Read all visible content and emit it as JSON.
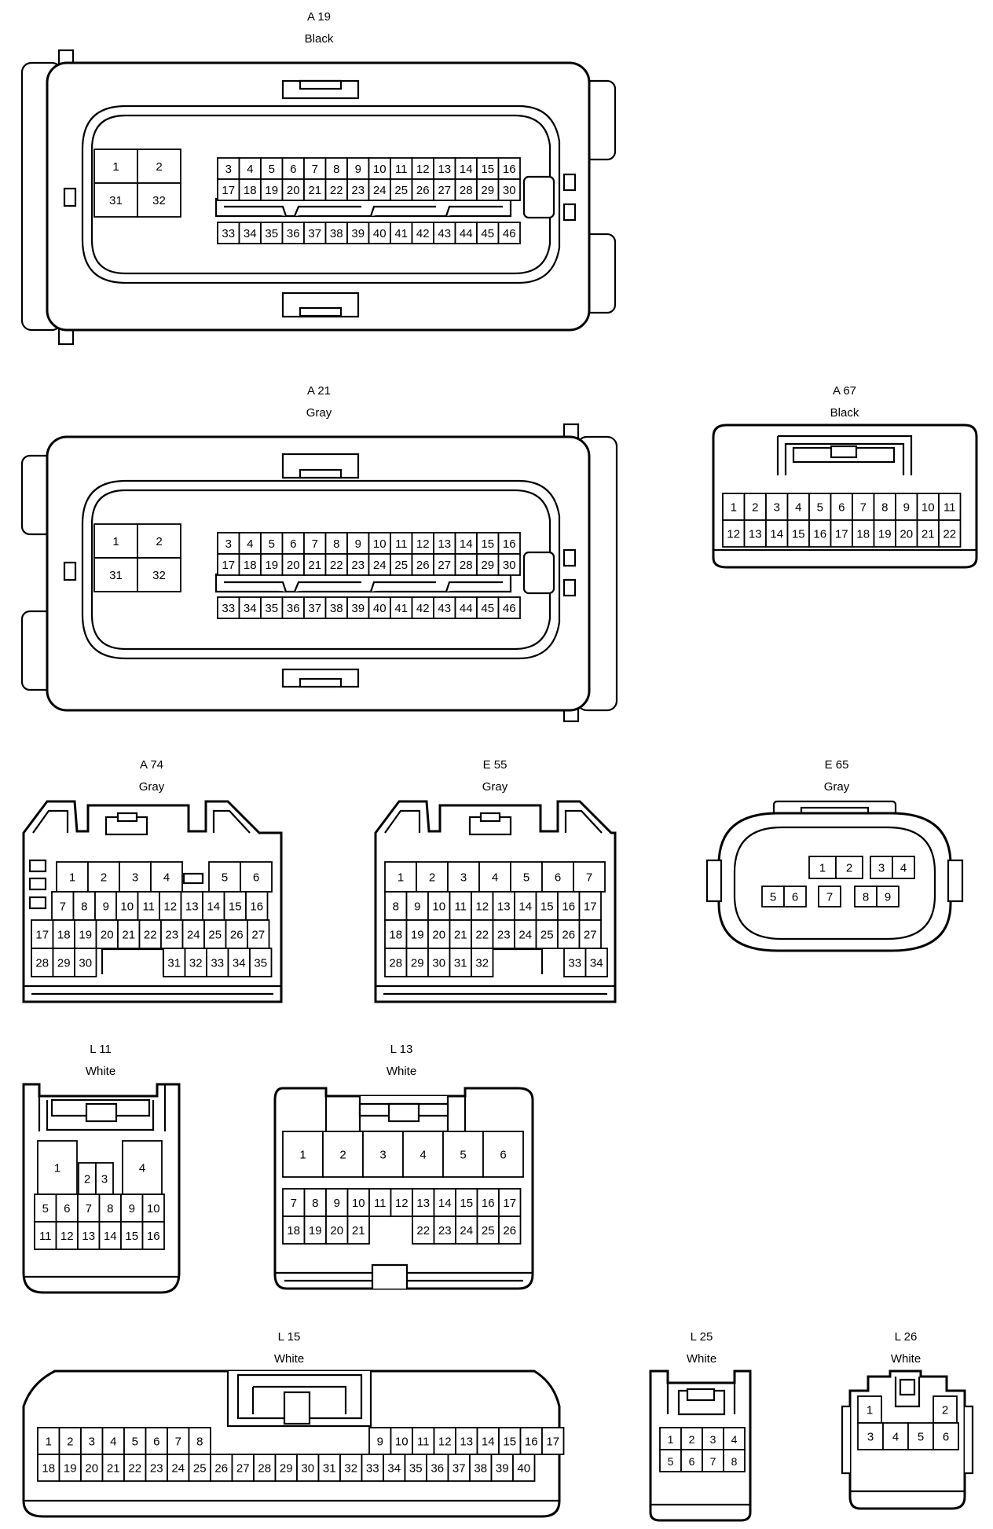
{
  "connectors": [
    {
      "key": "A19",
      "id": "A 19",
      "color": "Black",
      "rows": [
        [
          "1",
          "2",
          "31",
          "32"
        ],
        [
          "3",
          "4",
          "5",
          "6",
          "7",
          "8",
          "9",
          "10",
          "11",
          "12",
          "13",
          "14",
          "15",
          "16"
        ],
        [
          "17",
          "18",
          "19",
          "20",
          "21",
          "22",
          "23",
          "24",
          "25",
          "26",
          "27",
          "28",
          "29",
          "30"
        ],
        [
          "33",
          "34",
          "35",
          "36",
          "37",
          "38",
          "39",
          "40",
          "41",
          "42",
          "43",
          "44",
          "45",
          "46"
        ]
      ]
    },
    {
      "key": "A21",
      "id": "A 21",
      "color": "Gray",
      "rows": [
        [
          "1",
          "2",
          "31",
          "32"
        ],
        [
          "3",
          "4",
          "5",
          "6",
          "7",
          "8",
          "9",
          "10",
          "11",
          "12",
          "13",
          "14",
          "15",
          "16"
        ],
        [
          "17",
          "18",
          "19",
          "20",
          "21",
          "22",
          "23",
          "24",
          "25",
          "26",
          "27",
          "28",
          "29",
          "30"
        ],
        [
          "33",
          "34",
          "35",
          "36",
          "37",
          "38",
          "39",
          "40",
          "41",
          "42",
          "43",
          "44",
          "45",
          "46"
        ]
      ]
    },
    {
      "key": "A67",
      "id": "A 67",
      "color": "Black",
      "rows": [
        [
          "1",
          "2",
          "3",
          "4",
          "5",
          "6",
          "7",
          "8",
          "9",
          "10",
          "11"
        ],
        [
          "12",
          "13",
          "14",
          "15",
          "16",
          "17",
          "18",
          "19",
          "20",
          "21",
          "22"
        ]
      ]
    },
    {
      "key": "A74",
      "id": "A 74",
      "color": "Gray",
      "rows": [
        [
          "1",
          "2",
          "3",
          "4",
          "5",
          "6"
        ],
        [
          "7",
          "8",
          "9",
          "10",
          "11",
          "12",
          "13",
          "14",
          "15",
          "16"
        ],
        [
          "17",
          "18",
          "19",
          "20",
          "21",
          "22",
          "23",
          "24",
          "25",
          "26",
          "27"
        ],
        [
          "28",
          "29",
          "30",
          "31",
          "32",
          "33",
          "34",
          "35"
        ]
      ]
    },
    {
      "key": "E55",
      "id": "E 55",
      "color": "Gray",
      "rows": [
        [
          "1",
          "2",
          "3",
          "4",
          "5",
          "6",
          "7"
        ],
        [
          "8",
          "9",
          "10",
          "11",
          "12",
          "13",
          "14",
          "15",
          "16",
          "17"
        ],
        [
          "18",
          "19",
          "20",
          "21",
          "22",
          "23",
          "24",
          "25",
          "26",
          "27"
        ],
        [
          "28",
          "29",
          "30",
          "31",
          "32",
          "33",
          "34"
        ]
      ]
    },
    {
      "key": "E65",
      "id": "E 65",
      "color": "Gray",
      "rows": [
        [
          "1",
          "2",
          "3",
          "4"
        ],
        [
          "5",
          "6",
          "7",
          "8",
          "9"
        ]
      ]
    },
    {
      "key": "L11",
      "id": "L 11",
      "color": "White",
      "rows": [
        [
          "1",
          "2",
          "3",
          "4"
        ],
        [
          "5",
          "6",
          "7",
          "8",
          "9",
          "10"
        ],
        [
          "11",
          "12",
          "13",
          "14",
          "15",
          "16"
        ]
      ]
    },
    {
      "key": "L13",
      "id": "L 13",
      "color": "White",
      "rows": [
        [
          "1",
          "2",
          "3",
          "4",
          "5",
          "6"
        ],
        [
          "7",
          "8",
          "9",
          "10",
          "11",
          "12",
          "13",
          "14",
          "15",
          "16",
          "17"
        ],
        [
          "18",
          "19",
          "20",
          "21",
          "22",
          "23",
          "24",
          "25",
          "26"
        ]
      ]
    },
    {
      "key": "L15",
      "id": "L 15",
      "color": "White",
      "rows": [
        [
          "1",
          "2",
          "3",
          "4",
          "5",
          "6",
          "7",
          "8",
          "9",
          "10",
          "11",
          "12",
          "13",
          "14",
          "15",
          "16",
          "17"
        ],
        [
          "18",
          "19",
          "20",
          "21",
          "22",
          "23",
          "24",
          "25",
          "26",
          "27",
          "28",
          "29",
          "30",
          "31",
          "32",
          "33",
          "34",
          "35",
          "36",
          "37",
          "38",
          "39",
          "40"
        ]
      ]
    },
    {
      "key": "L25",
      "id": "L 25",
      "color": "White",
      "rows": [
        [
          "1",
          "2",
          "3",
          "4"
        ],
        [
          "5",
          "6",
          "7",
          "8"
        ]
      ]
    },
    {
      "key": "L26",
      "id": "L 26",
      "color": "White",
      "rows": [
        [
          "1",
          "2"
        ],
        [
          "3",
          "4",
          "5",
          "6"
        ]
      ]
    }
  ]
}
